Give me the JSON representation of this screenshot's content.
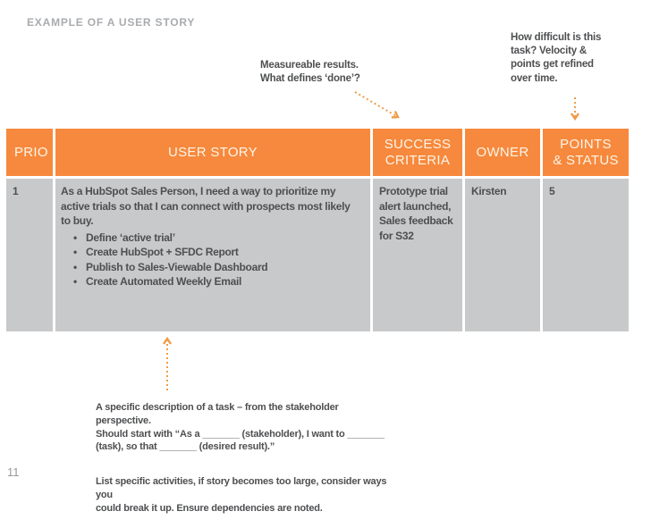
{
  "slide": {
    "title": "EXAMPLE OF A USER STORY",
    "page_number": "11"
  },
  "colors": {
    "accent_orange": "#f6893d",
    "arrow_orange": "#ef9c49",
    "cell_gray": "#c8c9cb",
    "text_dark": "#4e4f51",
    "title_gray": "#a9abae"
  },
  "annotations": {
    "measurable": "Measureable results.\nWhat defines ‘done’?",
    "difficulty": "How difficult is this\ntask? Velocity &\npoints get refined\nover time.",
    "description_para1": "A specific description of a task – from the stakeholder perspective.\nShould start with “As a _______ (stakeholder), I want to _______\n(task), so that _______ (desired result).”",
    "description_para2": "List specific activities, if story becomes too large, consider ways you\ncould break it up.  Ensure dependencies are noted."
  },
  "table": {
    "headers": [
      "PRIO",
      "USER STORY",
      "SUCCESS\nCRITERIA",
      "OWNER",
      "POINTS\n& STATUS"
    ],
    "rows": [
      {
        "prio": "1",
        "story_intro": "As a HubSpot Sales Person, I need a way to prioritize my\nactive trials so that I can connect with prospects most likely\nto buy.",
        "story_bullets": [
          "Define ‘active trial’",
          "Create HubSpot + SFDC Report",
          "Publish to Sales-Viewable Dashboard",
          "Create Automated Weekly Email"
        ],
        "bullet_glyph": "•",
        "success_criteria": "Prototype trial\nalert launched,\nSales feedback\nfor S32",
        "owner": "Kirsten",
        "points": "5"
      }
    ]
  }
}
